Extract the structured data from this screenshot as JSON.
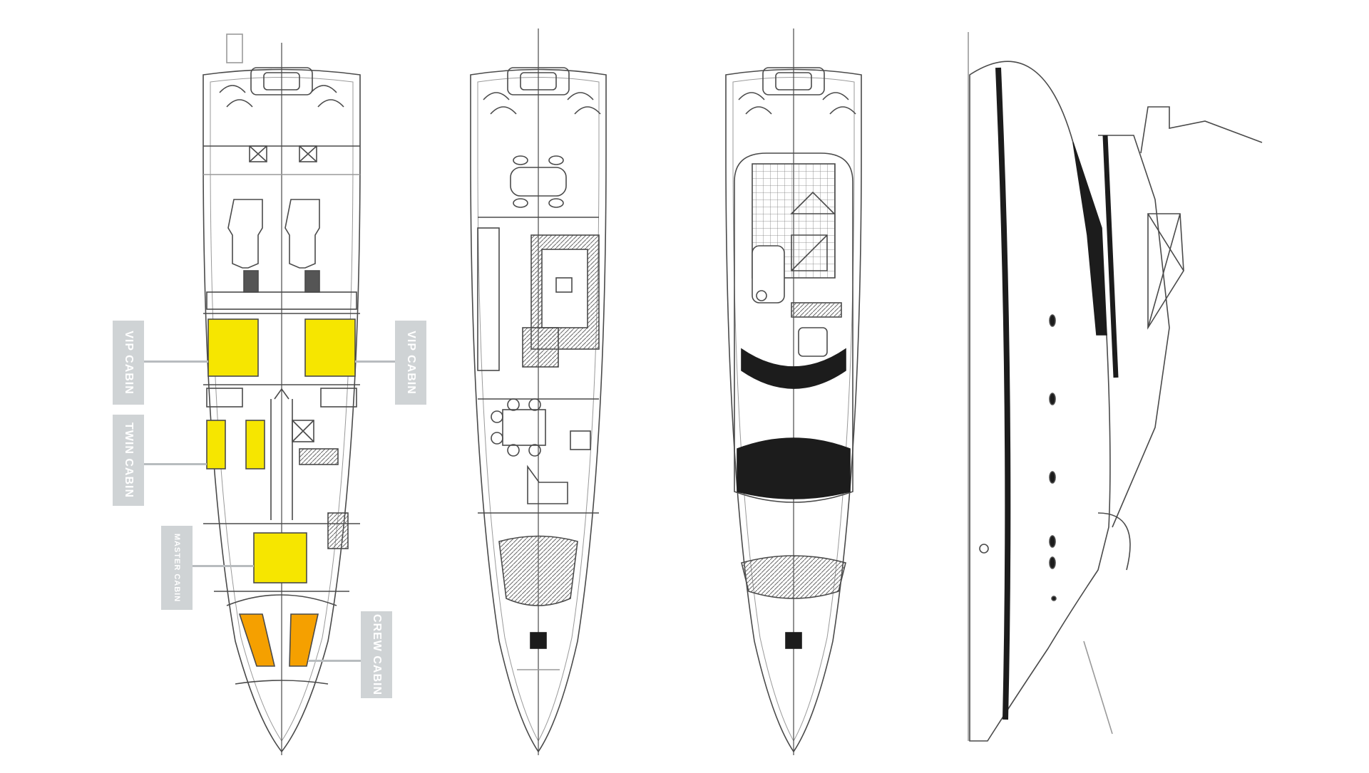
{
  "cabin_labels": {
    "vip_left": "VIP CABIN",
    "vip_right": "VIP CABIN",
    "twin": "TWIN CABIN",
    "master": "MASTER CABIN",
    "crew": "CREW CABIN"
  },
  "colors": {
    "line": "#4a4a4a",
    "light_line": "#9a9a9a",
    "cabin_yellow": "#f6e600",
    "cabin_orange": "#f5a000",
    "label_bg": "#cfd3d5",
    "label_text": "#ffffff",
    "dark_fill": "#1c1c1c"
  }
}
